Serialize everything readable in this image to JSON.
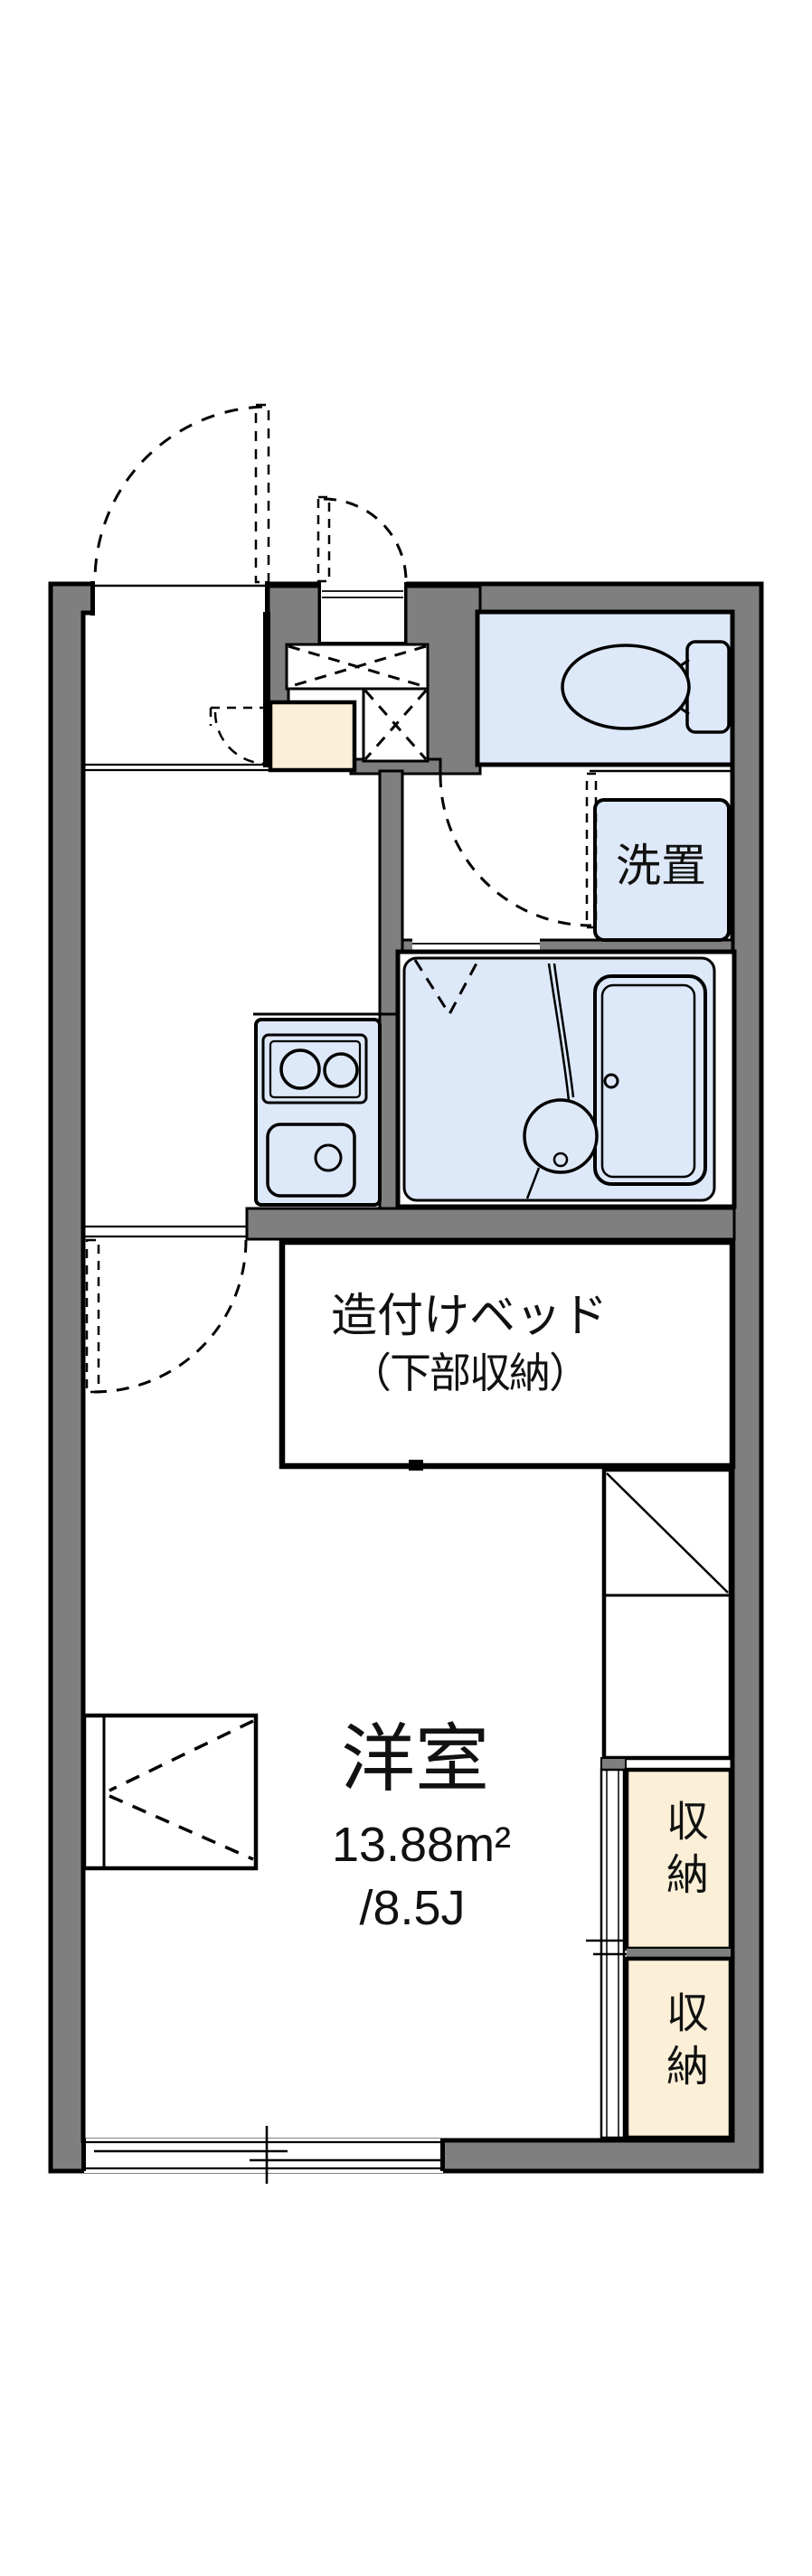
{
  "title": "1K apartment floor plan",
  "colors": {
    "wall": "#7f7f7f",
    "wet_area": "#dde8f8",
    "storage": "#fbf0d7",
    "line": "#000000",
    "floor": "#ffffff"
  },
  "labels": {
    "bed_line1": "造付けベッド",
    "bed_line2": "（下部収納）",
    "washer": "洗置",
    "room_name": "洋室",
    "room_area_m2": "13.88m²",
    "room_area_tatami": "/8.5J",
    "closet1": "収納",
    "closet2": "収納"
  },
  "fixtures": [
    "entrance-door",
    "storage-alcove-door",
    "hall-closet-door",
    "dashed-x-storage",
    "genkan-step",
    "toilet",
    "washer-space",
    "washroom-door",
    "unit-bath",
    "bathtub",
    "wash-basin",
    "folding-bath-door",
    "kitchen-counter",
    "two-burner-stove",
    "kitchen-sink",
    "room-door",
    "built-in-bed",
    "refrigerator-space",
    "folding-table",
    "closet-sliding-doors",
    "sliding-window"
  ]
}
